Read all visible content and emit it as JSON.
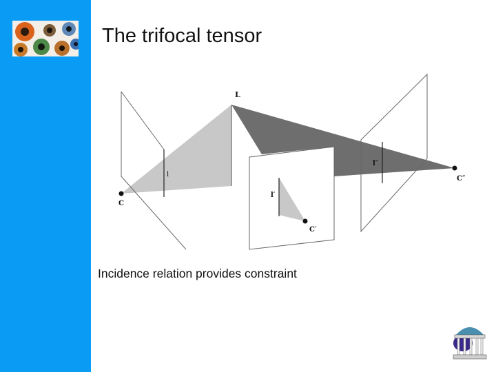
{
  "slide": {
    "title": "The trifocal tensor",
    "caption": "Incidence relation provides constraint"
  },
  "logo": {
    "icon": "eyes-collage-icon"
  },
  "emblem": {
    "icon": "rotunda-emblem-icon"
  },
  "diagram": {
    "labels": {
      "line_space": "L",
      "line_1": "l",
      "line_2": "l′",
      "line_3": "l″",
      "center_1": "C",
      "center_2": "C′",
      "center_3": "C″"
    },
    "colors": {
      "light_plane": "#c8c8c8",
      "dark_plane": "#6e6e6e",
      "sidebar": "#0a9cf5"
    }
  }
}
